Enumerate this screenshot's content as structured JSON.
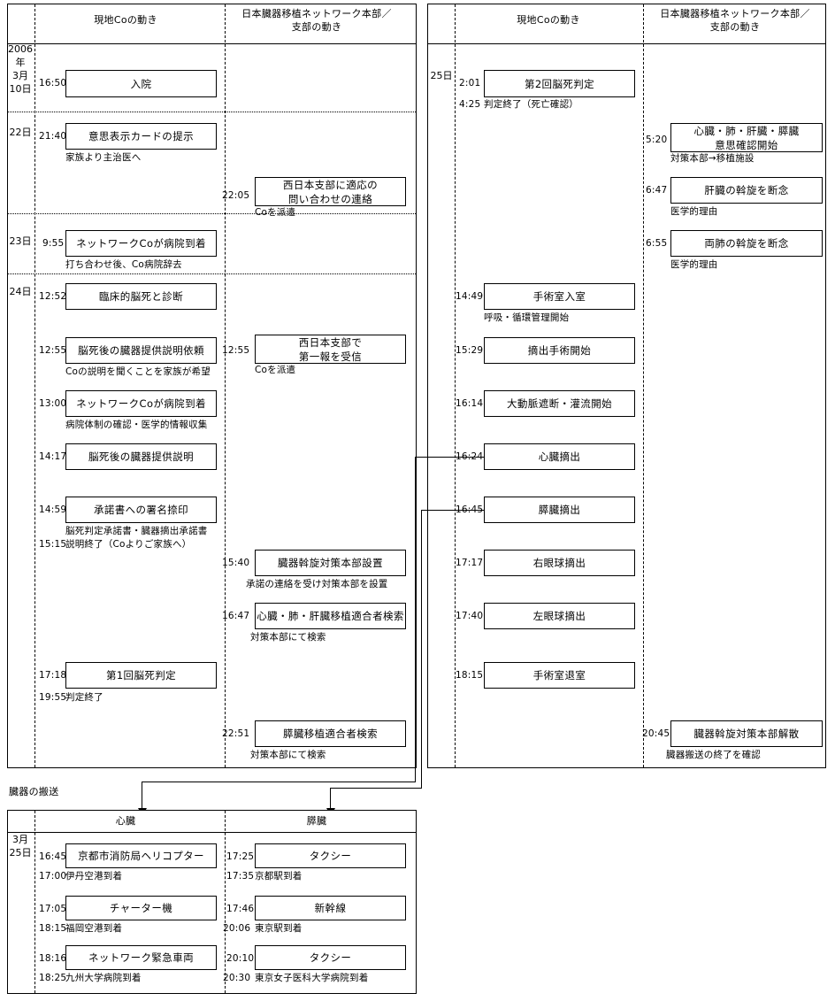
{
  "columns": {
    "local_co": "現地Coの動き",
    "network_hq": "日本臓器移植ネットワーク本部／\n支部の動き"
  },
  "left_panel": {
    "days": [
      {
        "label": "2006年\n3月\n10日"
      },
      {
        "label": "22日"
      },
      {
        "label": "23日"
      },
      {
        "label": "24日"
      }
    ],
    "local_events": [
      {
        "time": "16:50",
        "title": "入院",
        "note": ""
      },
      {
        "time": "21:40",
        "title": "意思表示カードの提示",
        "note": "家族より主治医へ"
      },
      {
        "time": "9:55",
        "title": "ネットワークCoが病院到着",
        "note": "打ち合わせ後、Co病院辞去"
      },
      {
        "time": "12:52",
        "title": "臨床的脳死と診断",
        "note": ""
      },
      {
        "time": "12:55",
        "title": "脳死後の臓器提供説明依頼",
        "note": "Coの説明を聞くことを家族が希望"
      },
      {
        "time": "13:00",
        "title": "ネットワークCoが病院到着",
        "note": "病院体制の確認・医学的情報収集"
      },
      {
        "time": "14:17",
        "title": "脳死後の臓器提供説明",
        "note": ""
      },
      {
        "time": "14:59",
        "title": "承諾書への署名捺印",
        "note": "脳死判定承諾書・臓器摘出承諾書"
      },
      {
        "time": "17:18",
        "title": "第1回脳死判定",
        "note": ""
      }
    ],
    "local_plain": [
      {
        "time": "15:15",
        "text": "説明終了（Coよりご家族へ）"
      },
      {
        "time": "19:55",
        "text": "判定終了"
      }
    ],
    "network_events": [
      {
        "time": "22:05",
        "title": "西日本支部に適応の\n問い合わせの連絡",
        "note": "Coを派遣"
      },
      {
        "time": "12:55",
        "title": "西日本支部で\n第一報を受信",
        "note": "Coを派遣"
      },
      {
        "time": "15:40",
        "title": "臓器斡旋対策本部設置",
        "note": "承諾の連絡を受け対策本部を設置"
      },
      {
        "time": "16:47",
        "title": "心臓・肺・肝臓移植適合者検索",
        "note": "対策本部にて検索"
      },
      {
        "time": "22:51",
        "title": "膵臓移植適合者検索",
        "note": "対策本部にて検索"
      }
    ]
  },
  "right_panel": {
    "days": [
      {
        "label": "25日"
      }
    ],
    "local_events": [
      {
        "time": "2:01",
        "title": "第2回脳死判定",
        "note": ""
      },
      {
        "time": "14:49",
        "title": "手術室入室",
        "note": "呼吸・循環管理開始"
      },
      {
        "time": "15:29",
        "title": "摘出手術開始",
        "note": ""
      },
      {
        "time": "16:14",
        "title": "大動脈遮断・灌流開始",
        "note": ""
      },
      {
        "time": "16:24",
        "title": "心臓摘出",
        "note": ""
      },
      {
        "time": "16:45",
        "title": "膵臓摘出",
        "note": ""
      },
      {
        "time": "17:17",
        "title": "右眼球摘出",
        "note": ""
      },
      {
        "time": "17:40",
        "title": "左眼球摘出",
        "note": ""
      },
      {
        "time": "18:15",
        "title": "手術室退室",
        "note": ""
      }
    ],
    "local_plain": [
      {
        "time": "4:25",
        "text": "判定終了（死亡確認）"
      }
    ],
    "network_events": [
      {
        "time": "5:20",
        "title": "心臓・肺・肝臓・膵臓\n意思確認開始",
        "note": "対策本部→移植施設"
      },
      {
        "time": "6:47",
        "title": "肝臓の斡旋を断念",
        "note": "医学的理由"
      },
      {
        "time": "6:55",
        "title": "両肺の斡旋を断念",
        "note": "医学的理由"
      },
      {
        "time": "20:45",
        "title": "臓器斡旋対策本部解散",
        "note": "臓器搬送の終了を確認"
      }
    ]
  },
  "transport": {
    "caption": "臓器の搬送",
    "columns": {
      "heart": "心臓",
      "pancreas": "膵臓"
    },
    "day_label": "3月\n25日",
    "heart_rows": [
      {
        "time": "16:45",
        "title": "京都市消防局ヘリコプター",
        "arrive_time": "17:00",
        "arrive": "伊丹空港到着"
      },
      {
        "time": "17:05",
        "title": "チャーター機",
        "arrive_time": "18:15",
        "arrive": "福岡空港到着"
      },
      {
        "time": "18:16",
        "title": "ネットワーク緊急車両",
        "arrive_time": "18:25",
        "arrive": "九州大学病院到着"
      }
    ],
    "pancreas_rows": [
      {
        "time": "17:25",
        "title": "タクシー",
        "arrive_time": "17:35",
        "arrive": "京都駅到着"
      },
      {
        "time": "17:46",
        "title": "新幹線",
        "arrive_time": "20:06",
        "arrive": "東京駅到着"
      },
      {
        "time": "20:10",
        "title": "タクシー",
        "arrive_time": "20:30",
        "arrive": "東京女子医科大学病院到着"
      }
    ]
  }
}
